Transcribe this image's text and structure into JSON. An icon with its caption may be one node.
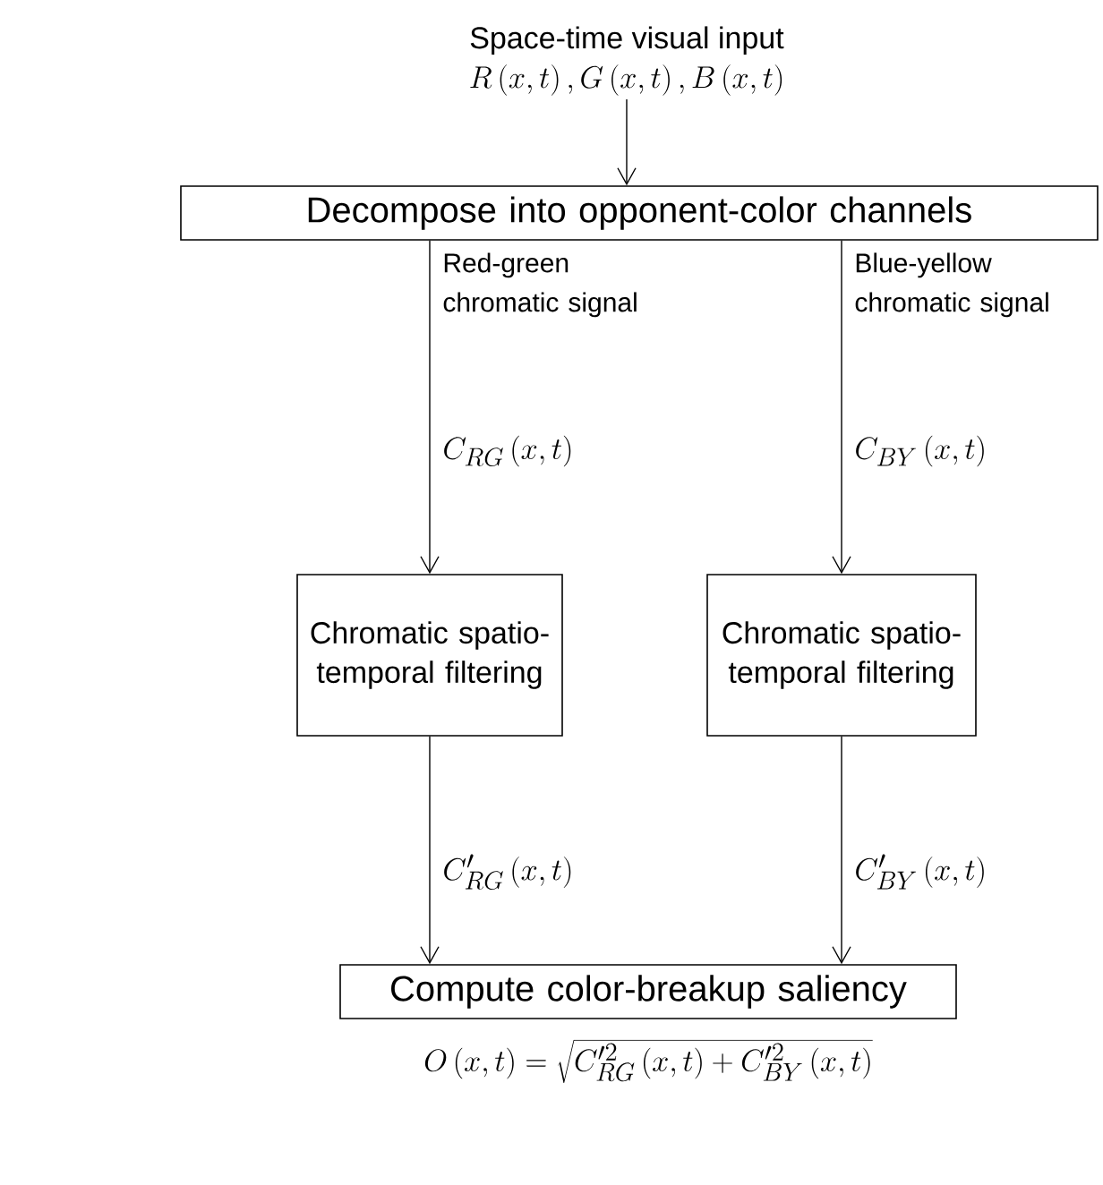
{
  "diagram": {
    "nodes": [
      {
        "text": [
          "Space-time visual input",
          "R\\left(x,t\\right),G\\left(x,t\\right),B\\left(x,t\\right)"
        ]
      },
      {
        "text": [
          "Decompose into opponent-color channels"
        ]
      },
      {
        "text": [
          "Chromatic spatio-temporal filtering"
        ]
      },
      {
        "text": [
          "Chromatic spatio-temporal filtering"
        ]
      },
      {
        "text": [
          "Compute color-breakup saliency"
        ],
        "beside": [
          "O\\left(x,t\\right)=\\sqrt{C'^{2}_{RG}\\left(x,t\\right)+C'^{2}_{BY}\\left(x,t\\right)}"
        ]
      }
    ],
    "edges": [
      {
        "from": 0,
        "to": 1,
        "arrow": "to"
      },
      {
        "from": 1,
        "to": 2,
        "arrow": "to",
        "label": "Red-green chromatic signal"
      },
      {
        "from": 1,
        "to": 3,
        "arrow": "to",
        "label": "Blue-yellow chromatic signal"
      },
      {
        "from": 2,
        "to": 4,
        "arrow": "to"
      },
      {
        "from": 3,
        "to": 4,
        "arrow": "to"
      }
    ],
    "labels": [
      "C_{RG}\\left(x,t\\right)",
      "C_{BY}\\left(x,t\\right)",
      "C'_{RG}\\left(x,t\\right)",
      "C'_{BY}\\left(x,t\\right)"
    ]
  }
}
